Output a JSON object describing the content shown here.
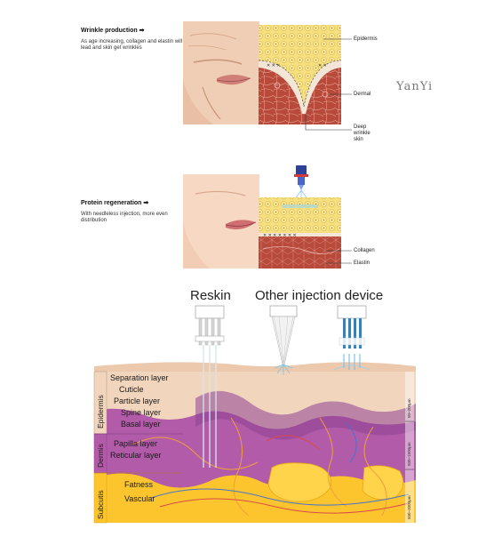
{
  "wrinkle_panel": {
    "title": "Wrinkle production",
    "text": "As age increasing, collagen and elastin will lead and skin get wrinkles",
    "labels": {
      "epidermis": "Epidermis",
      "dermal": "Dermal",
      "deep_wrinkle": "Deep wrinkle skin"
    }
  },
  "watermark": "YanYi",
  "regeneration_panel": {
    "title": "Protein regeneration",
    "text": "With needleless injection, more even distribution",
    "labels": {
      "collagen": "Collagen",
      "elastin": "Elastin"
    }
  },
  "devices": {
    "reskin": "Reskin",
    "other": "Other injection device"
  },
  "layers": {
    "groups": {
      "epidermis": "Epidermis",
      "dermis": "Dermis",
      "subcutis": "Subcutis"
    },
    "items": [
      "Separation layer",
      "Cuticle",
      "Particle layer",
      "Spine layer",
      "Basal layer",
      "Papilla layer",
      "Reticular layer",
      "Fatness",
      "Vascular"
    ],
    "depths": [
      "50~200μm",
      "500~1500μm",
      "500~3000μm"
    ]
  },
  "colors": {
    "epidermis": "#f1d5bd",
    "dermis": "#b25ba8",
    "dermis_band": "#8e3f92",
    "subcutis": "#fcc52e",
    "collagen_yellow": "#f3dc7c",
    "dermal_red": "#b94a3a"
  }
}
